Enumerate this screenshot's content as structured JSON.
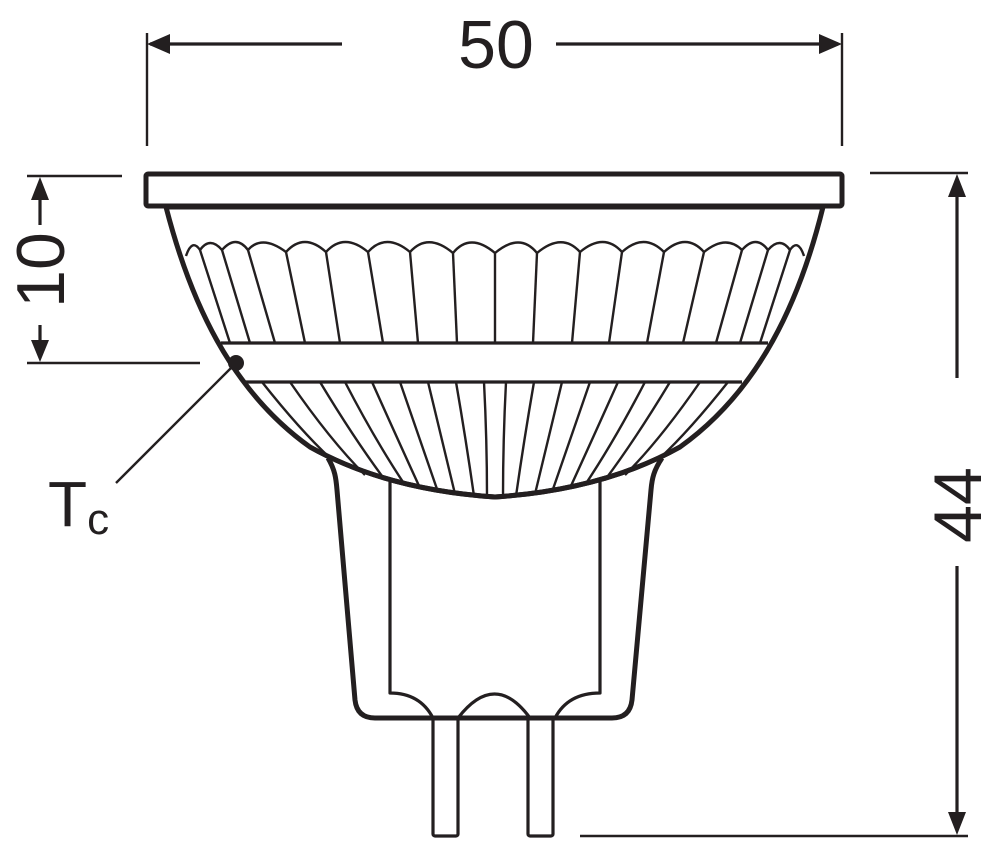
{
  "diagram": {
    "subject": "MR16 reflector lamp dimensional drawing",
    "stroke_color": "#231f20",
    "background_color": "#ffffff",
    "dimensions": {
      "width": {
        "value": "50",
        "orientation": "horizontal",
        "position": "top"
      },
      "height": {
        "value": "44",
        "orientation": "vertical",
        "position": "right"
      },
      "tc_offset": {
        "value": "10",
        "orientation": "vertical",
        "position": "left"
      }
    },
    "labels": {
      "tc_main": "T",
      "tc_sub": "c"
    },
    "parts": [
      "front-rim",
      "faceted-reflector",
      "tc-band",
      "base-housing",
      "pin-left",
      "pin-right"
    ]
  }
}
